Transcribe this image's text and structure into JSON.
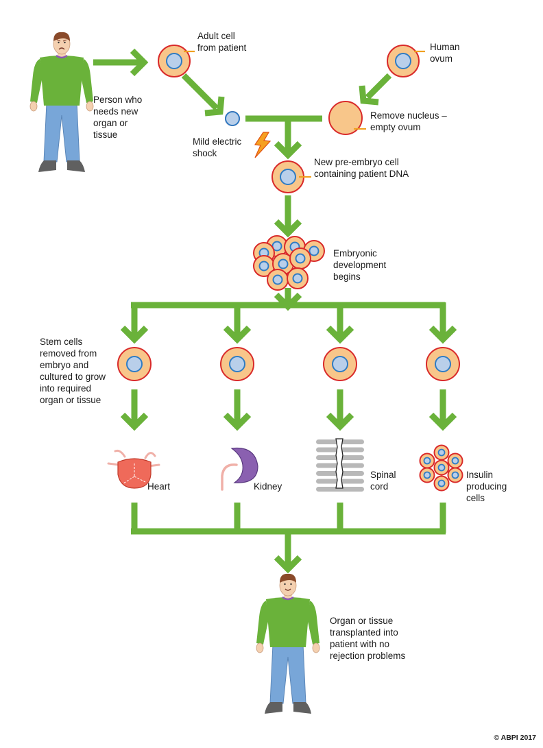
{
  "colors": {
    "arrow": "#6ab23a",
    "cell_fill": "#f8c68a",
    "cell_border": "#d92a2a",
    "nucleus_fill": "#b9cfea",
    "nucleus_border": "#2f7cc4",
    "leader": "#f0a020",
    "shirt": "#6ab23a",
    "trousers": "#78a6d8",
    "hair": "#8a4a2a",
    "skin": "#f4d0b0",
    "shoes": "#606060",
    "heart": "#ef6a5a",
    "kidney": "#8a60b0",
    "spine": "#b8b8b8",
    "vessel": "#f0b0a8"
  },
  "labels": {
    "person_needs": [
      "Person who",
      "needs new",
      "organ or",
      "tissue"
    ],
    "adult_cell": [
      "Adult cell",
      "from patient"
    ],
    "human_ovum": [
      "Human",
      "ovum"
    ],
    "remove_nucleus": [
      "Remove nucleus –",
      "empty ovum"
    ],
    "electric_shock": [
      "Mild electric",
      "shock"
    ],
    "new_cell": [
      "New pre-embryo cell",
      "containing patient DNA"
    ],
    "embryonic": [
      "Embryonic",
      "development",
      "begins"
    ],
    "stem_cells": [
      "Stem cells",
      "removed from",
      "embryo and",
      "cultured to grow",
      "into required",
      "organ or tissue"
    ],
    "heart": [
      "Heart"
    ],
    "kidney": [
      "Kidney"
    ],
    "spinal": [
      "Spinal",
      "cord"
    ],
    "insulin": [
      "Insulin",
      "producing",
      "cells"
    ],
    "transplant": [
      "Organ or tissue",
      "transplanted into",
      "patient with no",
      "rejection problems"
    ]
  },
  "copyright": "© ABPI 2017",
  "icons": {
    "person_top": "person-icon",
    "person_bottom": "happy-person-icon",
    "shock": "lightning-bolt-icon",
    "heart": "heart-icon",
    "kidney": "kidney-icon",
    "spinal": "spinal-cord-icon",
    "insulin": "insulin-cells-icon"
  }
}
